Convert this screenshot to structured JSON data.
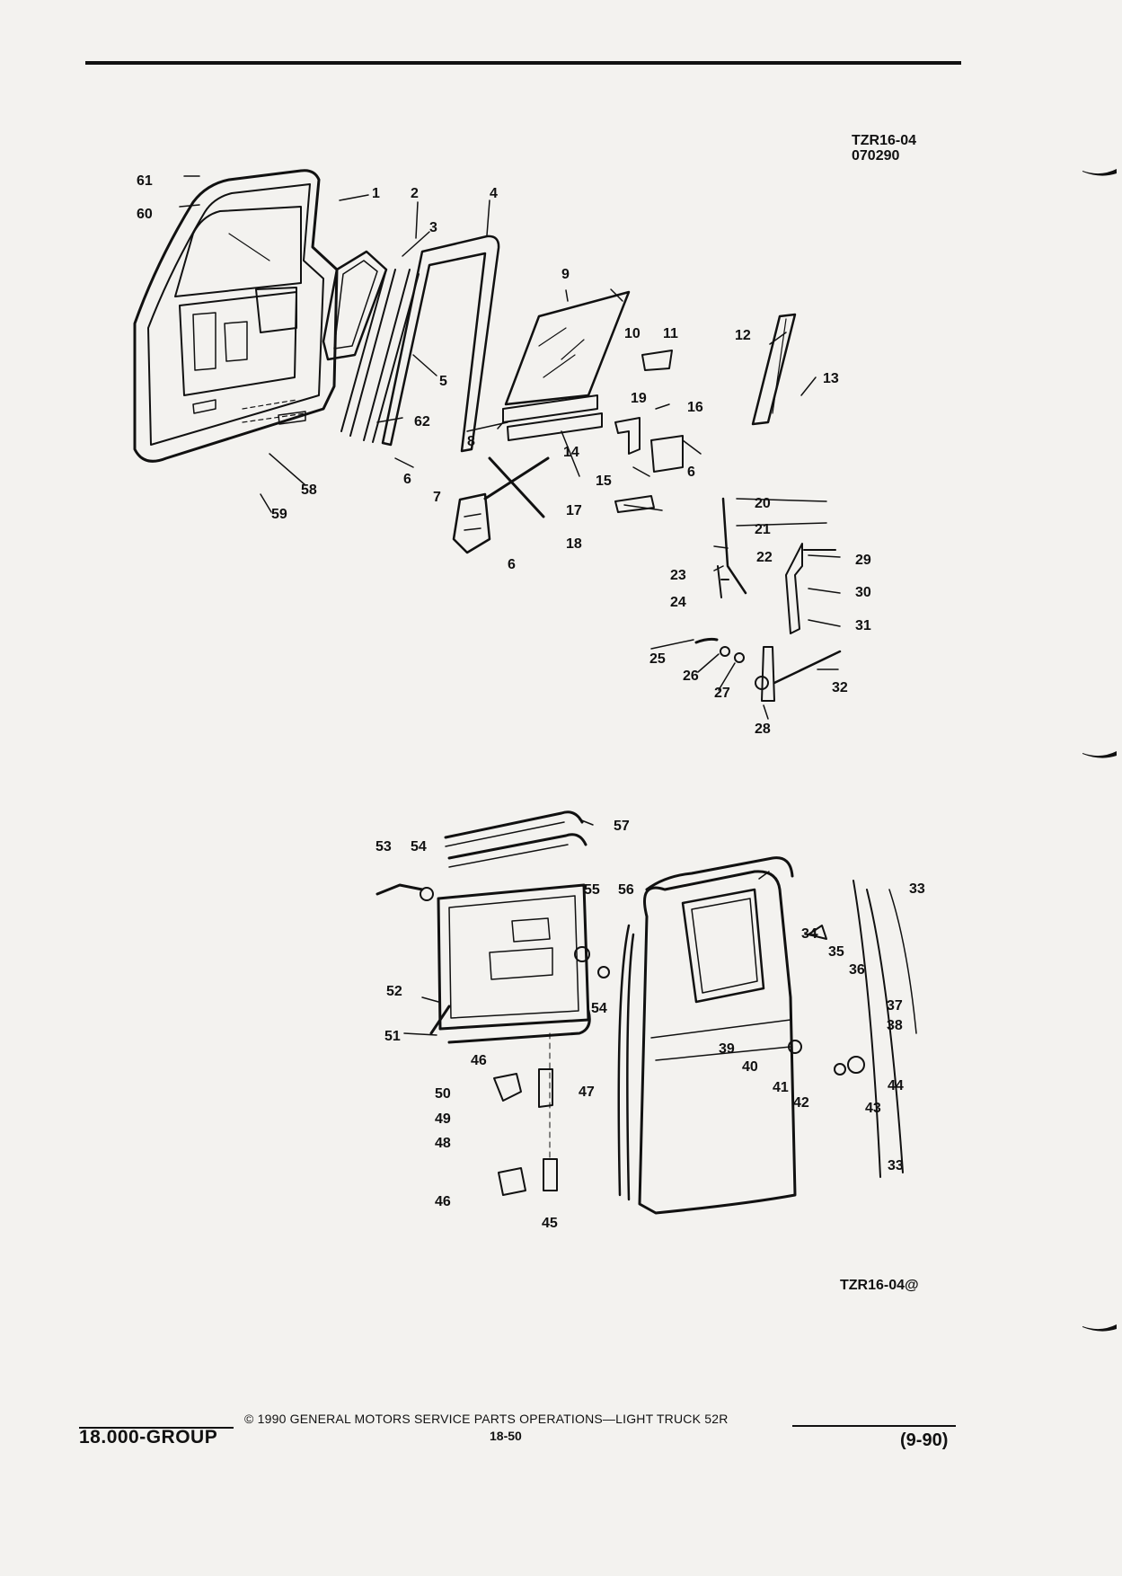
{
  "header": {
    "figure_code": "TZR16-04",
    "figure_date": "070290"
  },
  "figure": {
    "footer_code": "TZR16-04@",
    "callouts": [
      "1",
      "2",
      "3",
      "4",
      "5",
      "6",
      "7",
      "8",
      "9",
      "10",
      "11",
      "12",
      "13",
      "14",
      "15",
      "16",
      "17",
      "18",
      "19",
      "20",
      "21",
      "22",
      "23",
      "24",
      "25",
      "26",
      "27",
      "28",
      "29",
      "30",
      "31",
      "32",
      "33",
      "34",
      "35",
      "36",
      "37",
      "38",
      "39",
      "40",
      "41",
      "42",
      "43",
      "44",
      "45",
      "46",
      "47",
      "48",
      "49",
      "50",
      "51",
      "52",
      "53",
      "54",
      "55",
      "56",
      "57",
      "58",
      "59",
      "60",
      "61",
      "62"
    ]
  },
  "footer": {
    "group": "18.000-GROUP",
    "copyright": "© 1990 GENERAL MOTORS SERVICE PARTS OPERATIONS—LIGHT TRUCK 52R",
    "page": "18-50",
    "date": "(9-90)"
  }
}
